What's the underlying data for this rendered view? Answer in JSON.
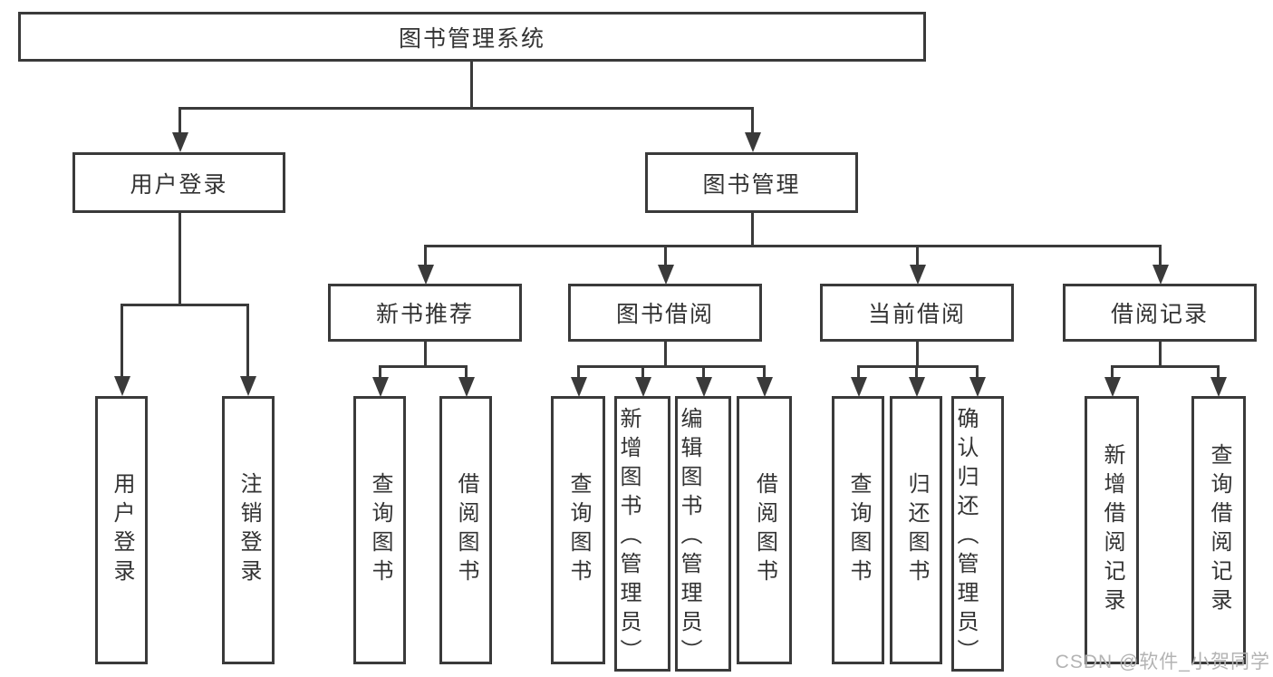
{
  "diagram_title": "图书管理系统",
  "watermark": "CSDN @软件_小贺同学",
  "colors": {
    "line": "#3a3a3a",
    "text": "#333333",
    "watermark": "#b3b3b3",
    "background": "#ffffff"
  },
  "nodes": {
    "root": {
      "label": "图书管理系统"
    },
    "user_login": {
      "label": "用户登录"
    },
    "book_mgmt": {
      "label": "图书管理"
    },
    "new_book_rec": {
      "label": "新书推荐"
    },
    "book_borrow": {
      "label": "图书借阅"
    },
    "current_borrow": {
      "label": "当前借阅"
    },
    "borrow_records": {
      "label": "借阅记录"
    },
    "login_leaf": {
      "label": "用户登录"
    },
    "logout_leaf": {
      "label": "注销登录"
    },
    "rec_query": {
      "label": "查询图书"
    },
    "rec_borrow": {
      "label": "借阅图书"
    },
    "bb_query": {
      "label": "查询图书"
    },
    "bb_add": {
      "label": "新增图书（管理员）"
    },
    "bb_edit": {
      "label": "编辑图书（管理员）"
    },
    "bb_borrow": {
      "label": "借阅图书"
    },
    "cb_query": {
      "label": "查询图书"
    },
    "cb_return": {
      "label": "归还图书"
    },
    "cb_confirm": {
      "label": "确认归还（管理员）"
    },
    "br_add": {
      "label": "新增借阅记录"
    },
    "br_query": {
      "label": "查询借阅记录"
    }
  },
  "hierarchy": {
    "图书管理系统": {
      "用户登录": [
        "用户登录",
        "注销登录"
      ],
      "图书管理": {
        "新书推荐": [
          "查询图书",
          "借阅图书"
        ],
        "图书借阅": [
          "查询图书",
          "新增图书（管理员）",
          "编辑图书（管理员）",
          "借阅图书"
        ],
        "当前借阅": [
          "查询图书",
          "归还图书",
          "确认归还（管理员）"
        ],
        "借阅记录": [
          "新增借阅记录",
          "查询借阅记录"
        ]
      }
    }
  }
}
